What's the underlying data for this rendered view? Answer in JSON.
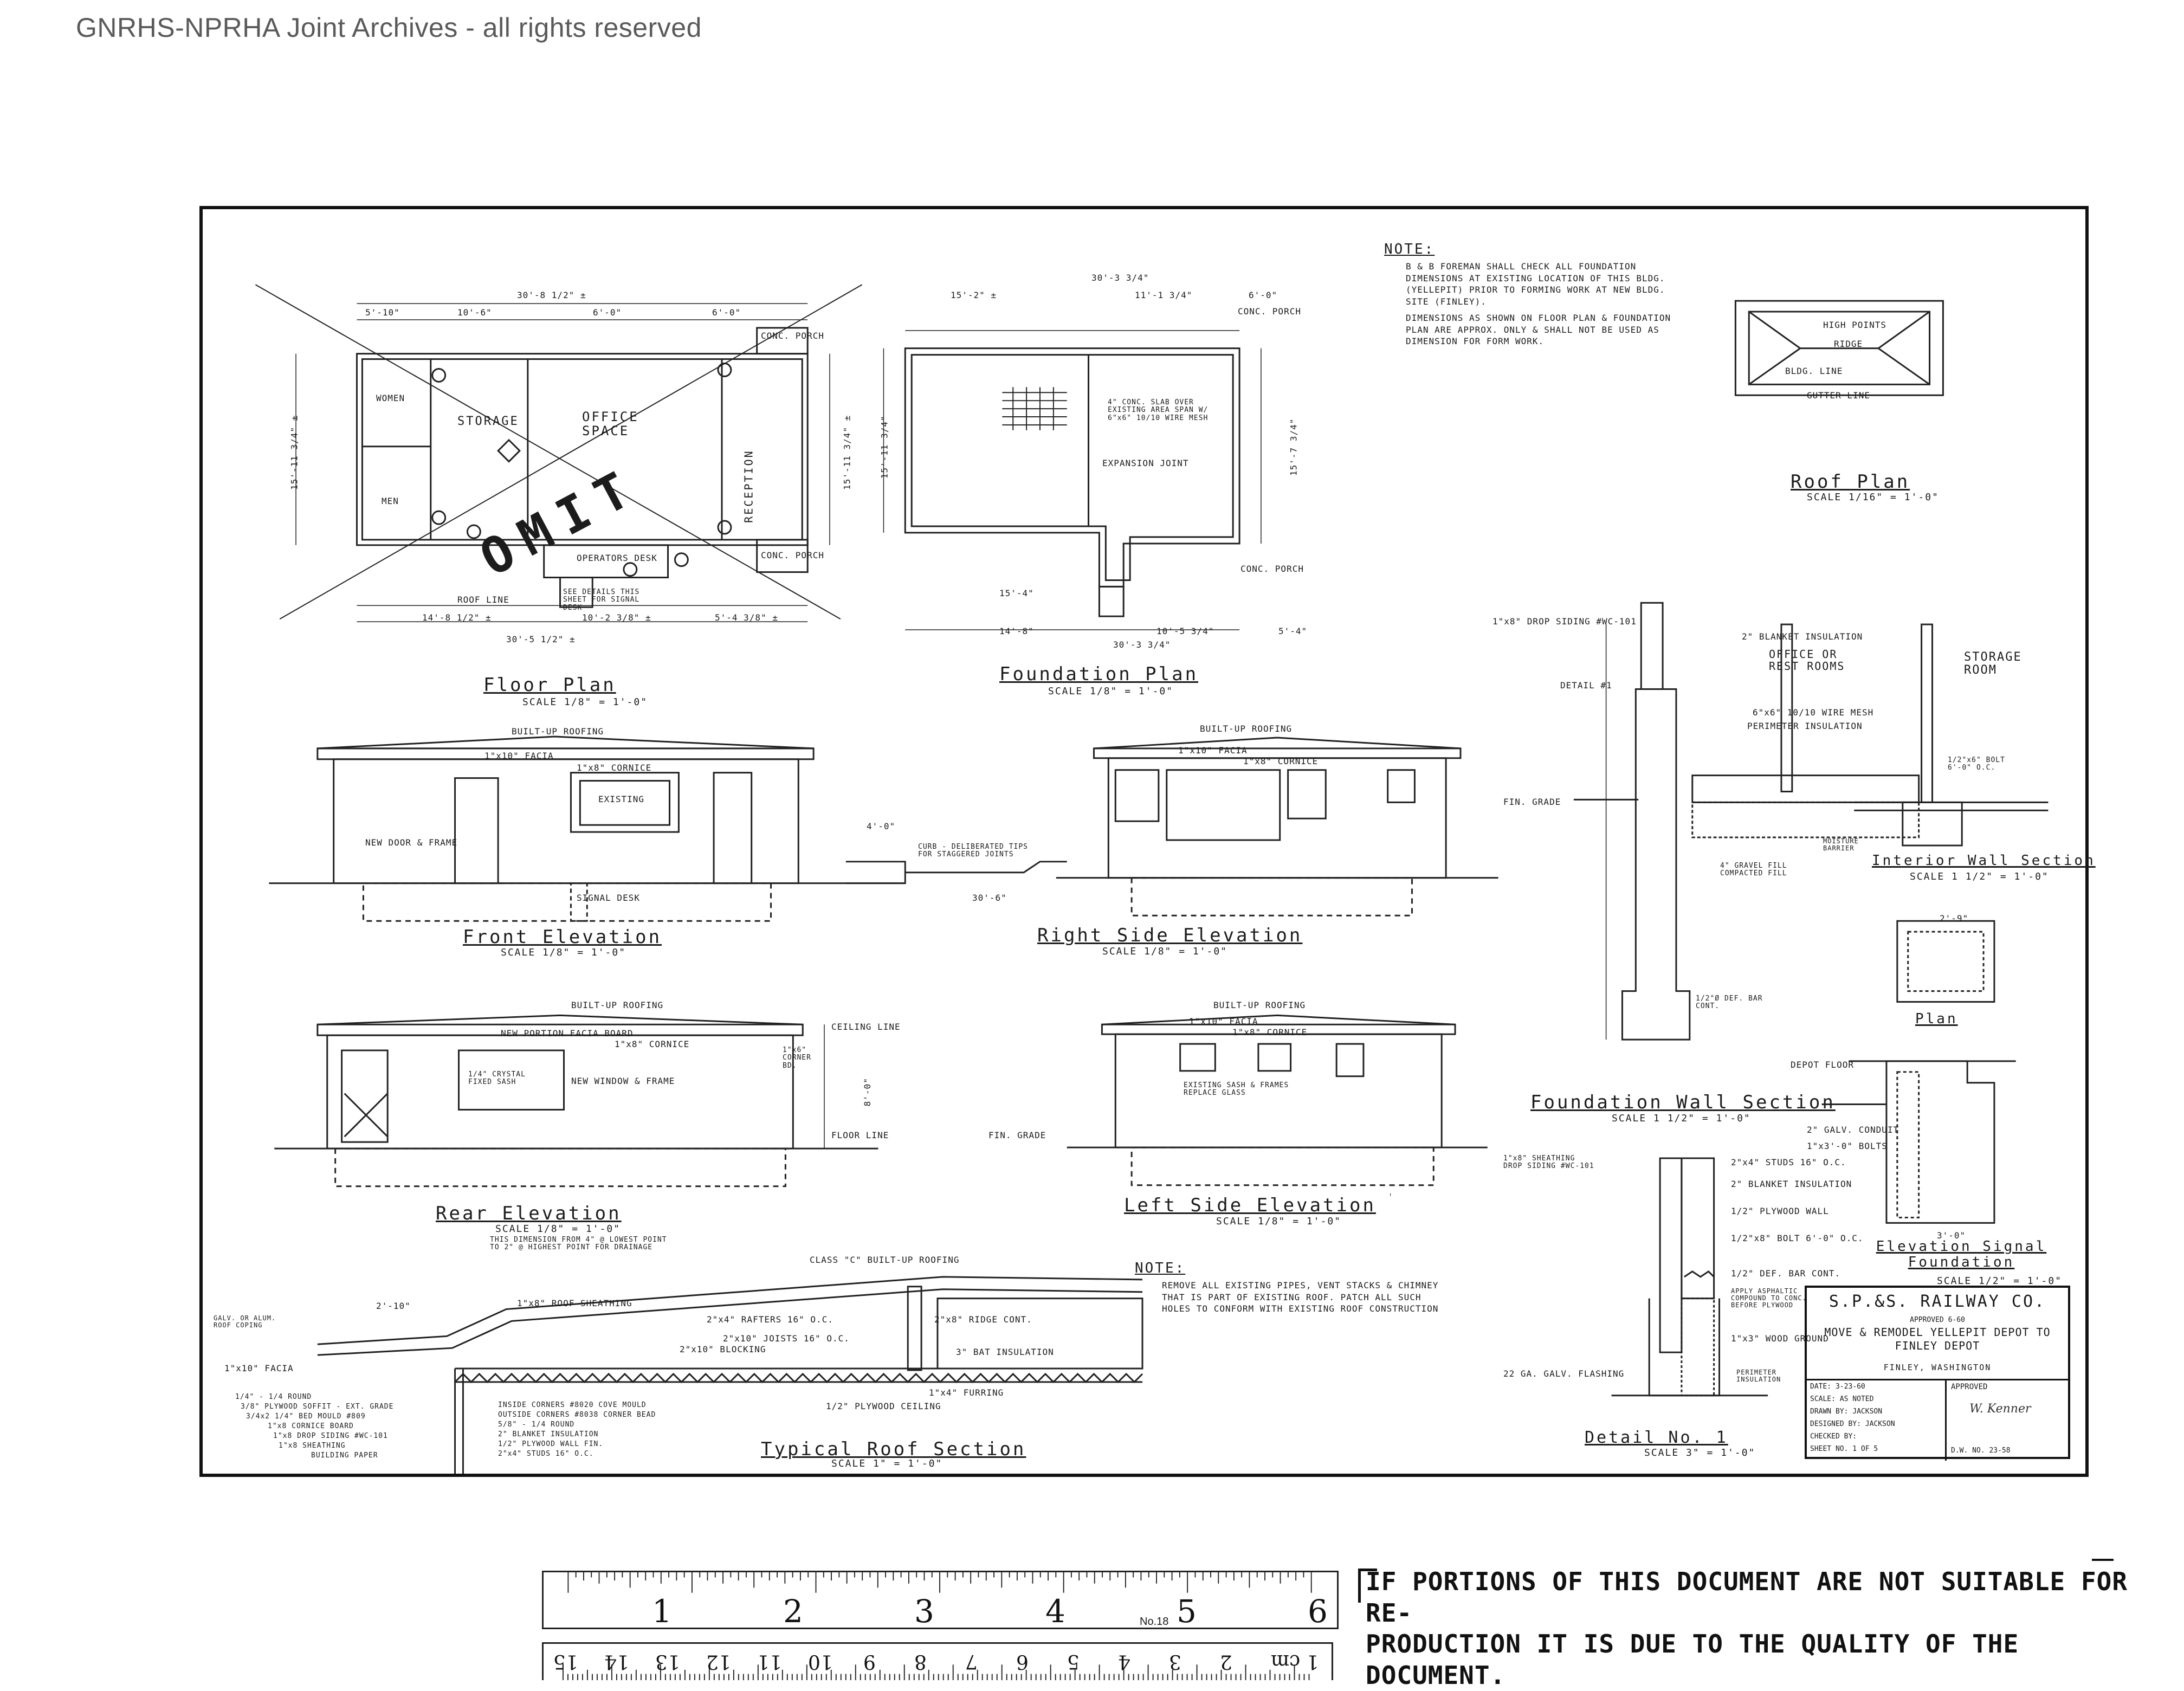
{
  "watermark": "GNRHS-NPRHA Joint Archives - all rights reserved",
  "drawings": {
    "floor_plan": {
      "title": "Floor Plan",
      "scale": "SCALE 1/8\" = 1'-0\"",
      "omit": "OMIT",
      "rooms": {
        "women": "WOMEN",
        "men": "MEN",
        "storage": "STORAGE",
        "office": "OFFICE SPACE",
        "reception": "RECEPTION",
        "operators_desk": "OPERATORS DESK",
        "conc_porch_top": "CONC. PORCH",
        "conc_porch_bottom": "CONC. PORCH",
        "signal_desk": "SEE DETAILS THIS SHEET FOR SIGNAL DESK"
      },
      "dims": {
        "top_overall": "30'-8 1/2\" ±",
        "bottom_overall": "30'-5 1/2\" ±",
        "d1": "5'-10\"",
        "d2": "10'-6\"",
        "d3": "6'-0\"",
        "d4": "6'-0\"",
        "d5": "14'-8 1/2\" ±",
        "d6": "10'-2 3/8\" ±",
        "d7": "5'-4 3/8\" ±",
        "left": "15'-11 3/4\" ±",
        "right": "15'-11 3/4\" ±",
        "roof_line": "ROOF LINE"
      }
    },
    "foundation_plan": {
      "title": "Foundation Plan",
      "scale": "SCALE 1/8\" = 1'-0\"",
      "slab_note": "4\" CONC. SLAB OVER EXISTING AREA SPAN W/ 6\"x6\" 10/10 WIRE MESH",
      "expansion": "EXPANSION JOINT",
      "conc_porch_top": "CONC. PORCH",
      "conc_porch_bottom": "CONC. PORCH",
      "dims": {
        "top_overall": "30'-3 3/4\"",
        "bottom_overall": "30'-3 3/4\"",
        "d1": "15'-2\" ±",
        "d2": "11'-1 3/4\"",
        "d3": "6'-0\"",
        "d4": "15'-4\"",
        "d5": "14'-8\"",
        "d6": "10'-5 3/4\"",
        "d7": "5'-4\"",
        "left": "15'-11 3/4\"",
        "right": "15'-7 3/4\""
      }
    },
    "front_elevation": {
      "title": "Front Elevation",
      "scale": "SCALE 1/8\" = 1'-0\"",
      "labels": {
        "roofing": "BUILT-UP ROOFING",
        "facia": "1\"x10\" FACIA",
        "cornice": "1\"x8\" CORNICE",
        "door": "NEW DOOR & FRAME",
        "existing": "EXISTING",
        "signal_desk": "SIGNAL DESK"
      }
    },
    "right_side_elevation": {
      "title": "Right Side Elevation",
      "scale": "SCALE 1/8\" = 1'-0\"",
      "labels": {
        "roofing": "BUILT-UP ROOFING",
        "facia": "1\"x10\" FACIA",
        "cornice": "1\"x8\" CORNICE",
        "curb": "CURB - DELIBERATED TIPS FOR STAGGERED JOINTS",
        "dim": "30'-6\"",
        "height": "4'-0\""
      }
    },
    "rear_elevation": {
      "title": "Rear Elevation",
      "scale": "SCALE 1/8\" = 1'-0\"",
      "labels": {
        "roofing": "BUILT-UP ROOFING",
        "facia": "NEW PORTION FACIA BOARD",
        "cornice": "1\"x8\" CORNICE",
        "corner_bd": "1\"x6\" CORNER BD.",
        "crystal": "1/4\" CRYSTAL FIXED SASH",
        "window": "NEW WINDOW & FRAME",
        "ceiling": "CEILING LINE",
        "floor": "FLOOR LINE",
        "grade": "FIN. GRADE",
        "height": "8'-0\""
      }
    },
    "left_side_elevation": {
      "title": "Left Side Elevation",
      "scale": "SCALE 1/8\" = 1'-0\"",
      "labels": {
        "roofing": "BUILT-UP ROOFING",
        "facia": "1\"x10\" FACIA",
        "cornice": "1\"x8\" CORNICE",
        "sash": "EXISTING SASH & FRAMES REPLACE GLASS"
      }
    },
    "roof_plan": {
      "title": "Roof Plan",
      "scale": "SCALE 1/16\" = 1'-0\"",
      "labels": {
        "ridge": "RIDGE",
        "high_points": "HIGH POINTS",
        "bldg_line": "BLDG. LINE",
        "gutter": "GUTTER LINE"
      }
    },
    "foundation_wall_section": {
      "title": "Foundation Wall Section",
      "scale": "SCALE 1 1/2\" = 1'-0\"",
      "labels": {
        "siding": "1\"x8\" DROP SIDING #WC-101",
        "detail": "DETAIL #1",
        "grade": "FIN. GRADE",
        "gravel": "4\" GRAVEL FILL COMPACTED FILL",
        "bar": "1/2\"Ø DEF. BAR CONT.",
        "insulation": "PERIMETER INSULATION",
        "moisture": "MOISTURE BARRIER",
        "wire_mesh": "6\"x6\" 10/10 WIRE MESH",
        "office": "OFFICE OR REST ROOMS",
        "blanket": "2\" BLANKET INSULATION"
      }
    },
    "interior_wall_section": {
      "title": "Interior Wall Section",
      "scale": "SCALE 1 1/2\" = 1'-0\"",
      "labels": {
        "storage": "STORAGE ROOM",
        "bolt": "1/2\"x6\" BOLT 6'-0\" O.C."
      }
    },
    "signal_foundation": {
      "title": "Elevation Signal Foundation",
      "plan_title": "Plan",
      "scale": "SCALE 1/2\" = 1'-0\"",
      "labels": {
        "conduit": "2\" GALV. CONDUIT",
        "bolt": "1\"x3'-0\" BOLTS",
        "depot_floor": "DEPOT FLOOR",
        "dim1": "2'-9\"",
        "dim2": "3'-0\""
      }
    },
    "detail_1": {
      "title": "Detail No. 1",
      "scale": "SCALE 3\" = 1'-0\"",
      "labels": {
        "sheathing": "1\"x8\" SHEATHING DROP SIDING #WC-101",
        "studs": "2\"x4\" STUDS 16\" O.C.",
        "blanket": "2\" BLANKET INSULATION",
        "plywood": "1/2\" PLYWOOD WALL",
        "bolt": "1/2\"x8\" BOLT 6'-0\" O.C.",
        "bar": "1/2\" DEF. BAR CONT.",
        "asphalt": "APPLY ASPHALTIC COMPOUND TO CONC. BEFORE PLYWOOD",
        "ground": "1\"x3\" WOOD GROUND",
        "flashing": "22 GA. GALV. FLASHING",
        "perimeter": "PERIMETER INSULATION"
      }
    },
    "typical_roof_section": {
      "title": "Typical Roof Section",
      "scale": "SCALE 1\" = 1'-0\"",
      "labels": {
        "dimension_note": "THIS DIMENSION FROM 4\" @ LOWEST POINT TO 2\" @ HIGHEST POINT FOR DRAINAGE",
        "roofing": "CLASS \"C\" BUILT-UP ROOFING",
        "sheathing": "1\"x8\" ROOF SHEATHING",
        "rafters": "2\"x4\" RAFTERS 16\" O.C.",
        "ridge": "2\"x8\" RIDGE CONT.",
        "blocking": "2\"x10\" BLOCKING",
        "joists": "2\"x10\" JOISTS 16\" O.C.",
        "batt": "3\" BAT INSULATION",
        "ceiling": "1/2\" PLYWOOD CEILING",
        "furring": "1\"x4\" FURRING",
        "coping": "GALV. OR ALUM. ROOF COPING",
        "facia": "1\"x10\" FACIA",
        "span": "2'-10\"",
        "list": [
          "1/4\" - 1/4 ROUND",
          "3/8\" PLYWOOD SOFFIT - EXT. GRADE",
          "3/4x2 1/4\" BED MOULD #809",
          "1\"x8 CORNICE BOARD",
          "1\"x8 DROP SIDING #WC-101",
          "1\"x8 SHEATHING",
          "BUILDING PAPER"
        ],
        "list2": [
          "INSIDE CORNERS #8020 COVE MOULD",
          "OUTSIDE CORNERS #8038 CORNER BEAD",
          "5/8\" - 1/4 ROUND",
          "2\" BLANKET INSULATION",
          "1/2\" PLYWOOD WALL FIN.",
          "2\"x4\" STUDS 16\" O.C."
        ]
      }
    }
  },
  "notes": {
    "top": {
      "heading": "NOTE:",
      "lines": [
        "B & B FOREMAN SHALL CHECK ALL FOUNDATION DIMENSIONS AT EXISTING LOCATION OF THIS BLDG. (YELLEPIT) PRIOR TO FORMING WORK AT NEW BLDG. SITE (FINLEY).",
        "DIMENSIONS AS SHOWN ON FLOOR PLAN & FOUNDATION PLAN ARE APPROX. ONLY & SHALL NOT BE USED AS DIMENSION FOR FORM WORK."
      ]
    },
    "bottom": {
      "heading": "NOTE:",
      "text": "REMOVE ALL EXISTING PIPES, VENT STACKS & CHIMNEY THAT IS PART OF EXISTING ROOF. PATCH ALL SUCH HOLES TO CONFORM WITH EXISTING ROOF CONSTRUCTION"
    }
  },
  "title_block": {
    "company": "S.P.&S. RAILWAY CO.",
    "approved_date": "APPROVED 6-60",
    "title_line1": "MOVE & REMODEL YELLEPIT DEPOT TO",
    "title_line2": "FINLEY DEPOT",
    "location": "FINLEY, WASHINGTON",
    "rows": [
      "DATE: 3-23-60",
      "SCALE: AS NOTED",
      "DRAWN BY: JACKSON",
      "DESIGNED BY: JACKSON",
      "CHECKED BY:",
      "SHEET NO. 1 OF 5"
    ],
    "approved_label": "APPROVED",
    "signature": "W. Kenner",
    "drawing_no": "D.W. NO. 23-58"
  },
  "ruler": {
    "inches": [
      "1",
      "2",
      "3",
      "4",
      "5",
      "6"
    ],
    "mm": [
      "15",
      "14",
      "13",
      "12",
      "11",
      "10",
      "9",
      "8",
      "7",
      "6",
      "5",
      "4",
      "3",
      "2",
      "1 cm"
    ],
    "brand": "No.18"
  },
  "warning": {
    "line1": "IF PORTIONS OF THIS DOCUMENT ARE NOT SUITABLE FOR RE-",
    "line2": "PRODUCTION IT IS DUE TO THE QUALITY OF THE DOCUMENT."
  }
}
